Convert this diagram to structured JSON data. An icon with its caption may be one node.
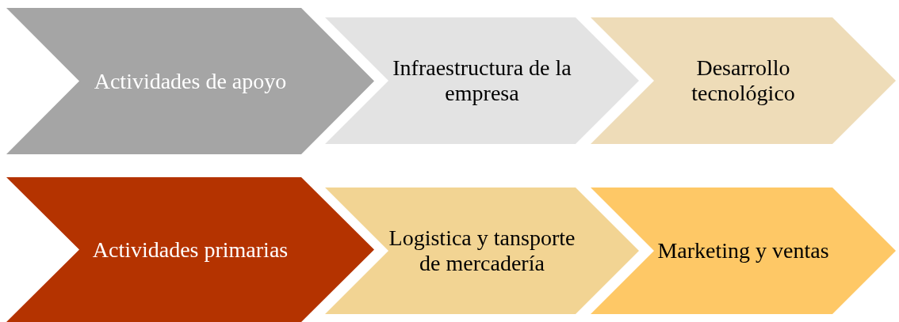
{
  "diagram": {
    "nodes": [
      {
        "text": [
          "Actividades de apoyo"
        ]
      },
      {
        "text": [
          "Infraestructura de la empresa"
        ]
      },
      {
        "text": [
          "Desarrollo tecnológico"
        ]
      },
      {
        "text": [
          "Actividades primarias"
        ]
      },
      {
        "text": [
          "Logistica y tansporte de mercadería"
        ]
      },
      {
        "text": [
          "Marketing y ventas"
        ]
      }
    ]
  }
}
